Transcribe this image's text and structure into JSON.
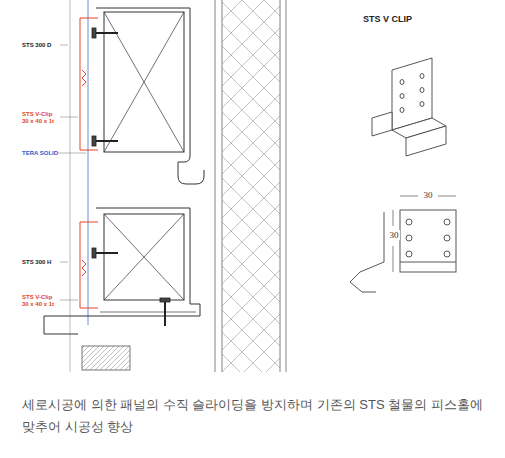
{
  "diagram": {
    "title": "STS V CLIP",
    "caption": "세로시공에 의한 패널의 수직 슬라이딩을 방지하며 기존의 STS 철물의 피스홀에 맞추어 시공성 향상",
    "labels": [
      "STS 300 D",
      "STS V-Clip 30 x 40 x 1t",
      "TERA SOLID",
      "STS 300 H",
      "STS V-Clip 30 x 40 x 1t",
      "30",
      "30"
    ]
  }
}
